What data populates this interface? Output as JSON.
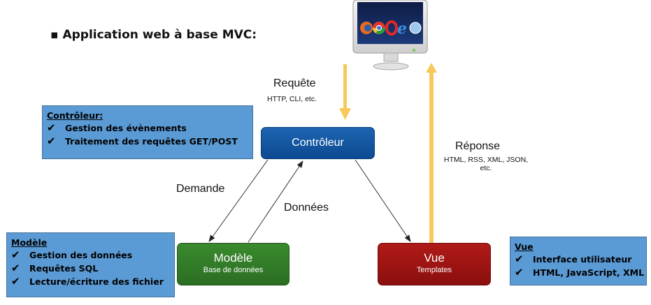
{
  "title": "Application web à base MVC:",
  "controleur_box": {
    "title": "Contrôleur:",
    "items": [
      "Gestion des évènements",
      "Traitement des requêtes GET/POST"
    ]
  },
  "modele_box": {
    "title": "Modèle",
    "items": [
      "Gestion des données",
      "Requêtes SQL",
      "Lecture/écriture des fichier"
    ]
  },
  "vue_box": {
    "title": "Vue",
    "items": [
      "Interface utilisateur",
      "HTML, JavaScript, XML"
    ]
  },
  "nodes": {
    "controleur": {
      "title": "Contrôleur"
    },
    "modele": {
      "title": "Modèle",
      "subtitle": "Base de données"
    },
    "vue": {
      "title": "Vue",
      "subtitle": "Templates"
    }
  },
  "labels": {
    "requete": "Requête",
    "requete_sub": "HTTP, CLI, etc.",
    "reponse": "Réponse",
    "reponse_sub": "HTML, RSS, XML, JSON, etc.",
    "demande": "Demande",
    "donnees": "Données"
  },
  "check_mark": "✔",
  "bullet": "▪",
  "colors": {
    "infobox": "#5b9bd5",
    "controleur": "#1559a4",
    "modele": "#327c27",
    "vue": "#9c1413",
    "arrow": "#f7c85a"
  },
  "icons": [
    "monitor-icon",
    "firefox-icon",
    "chrome-icon",
    "opera-icon",
    "ie-icon",
    "safari-icon",
    "check-icon"
  ]
}
